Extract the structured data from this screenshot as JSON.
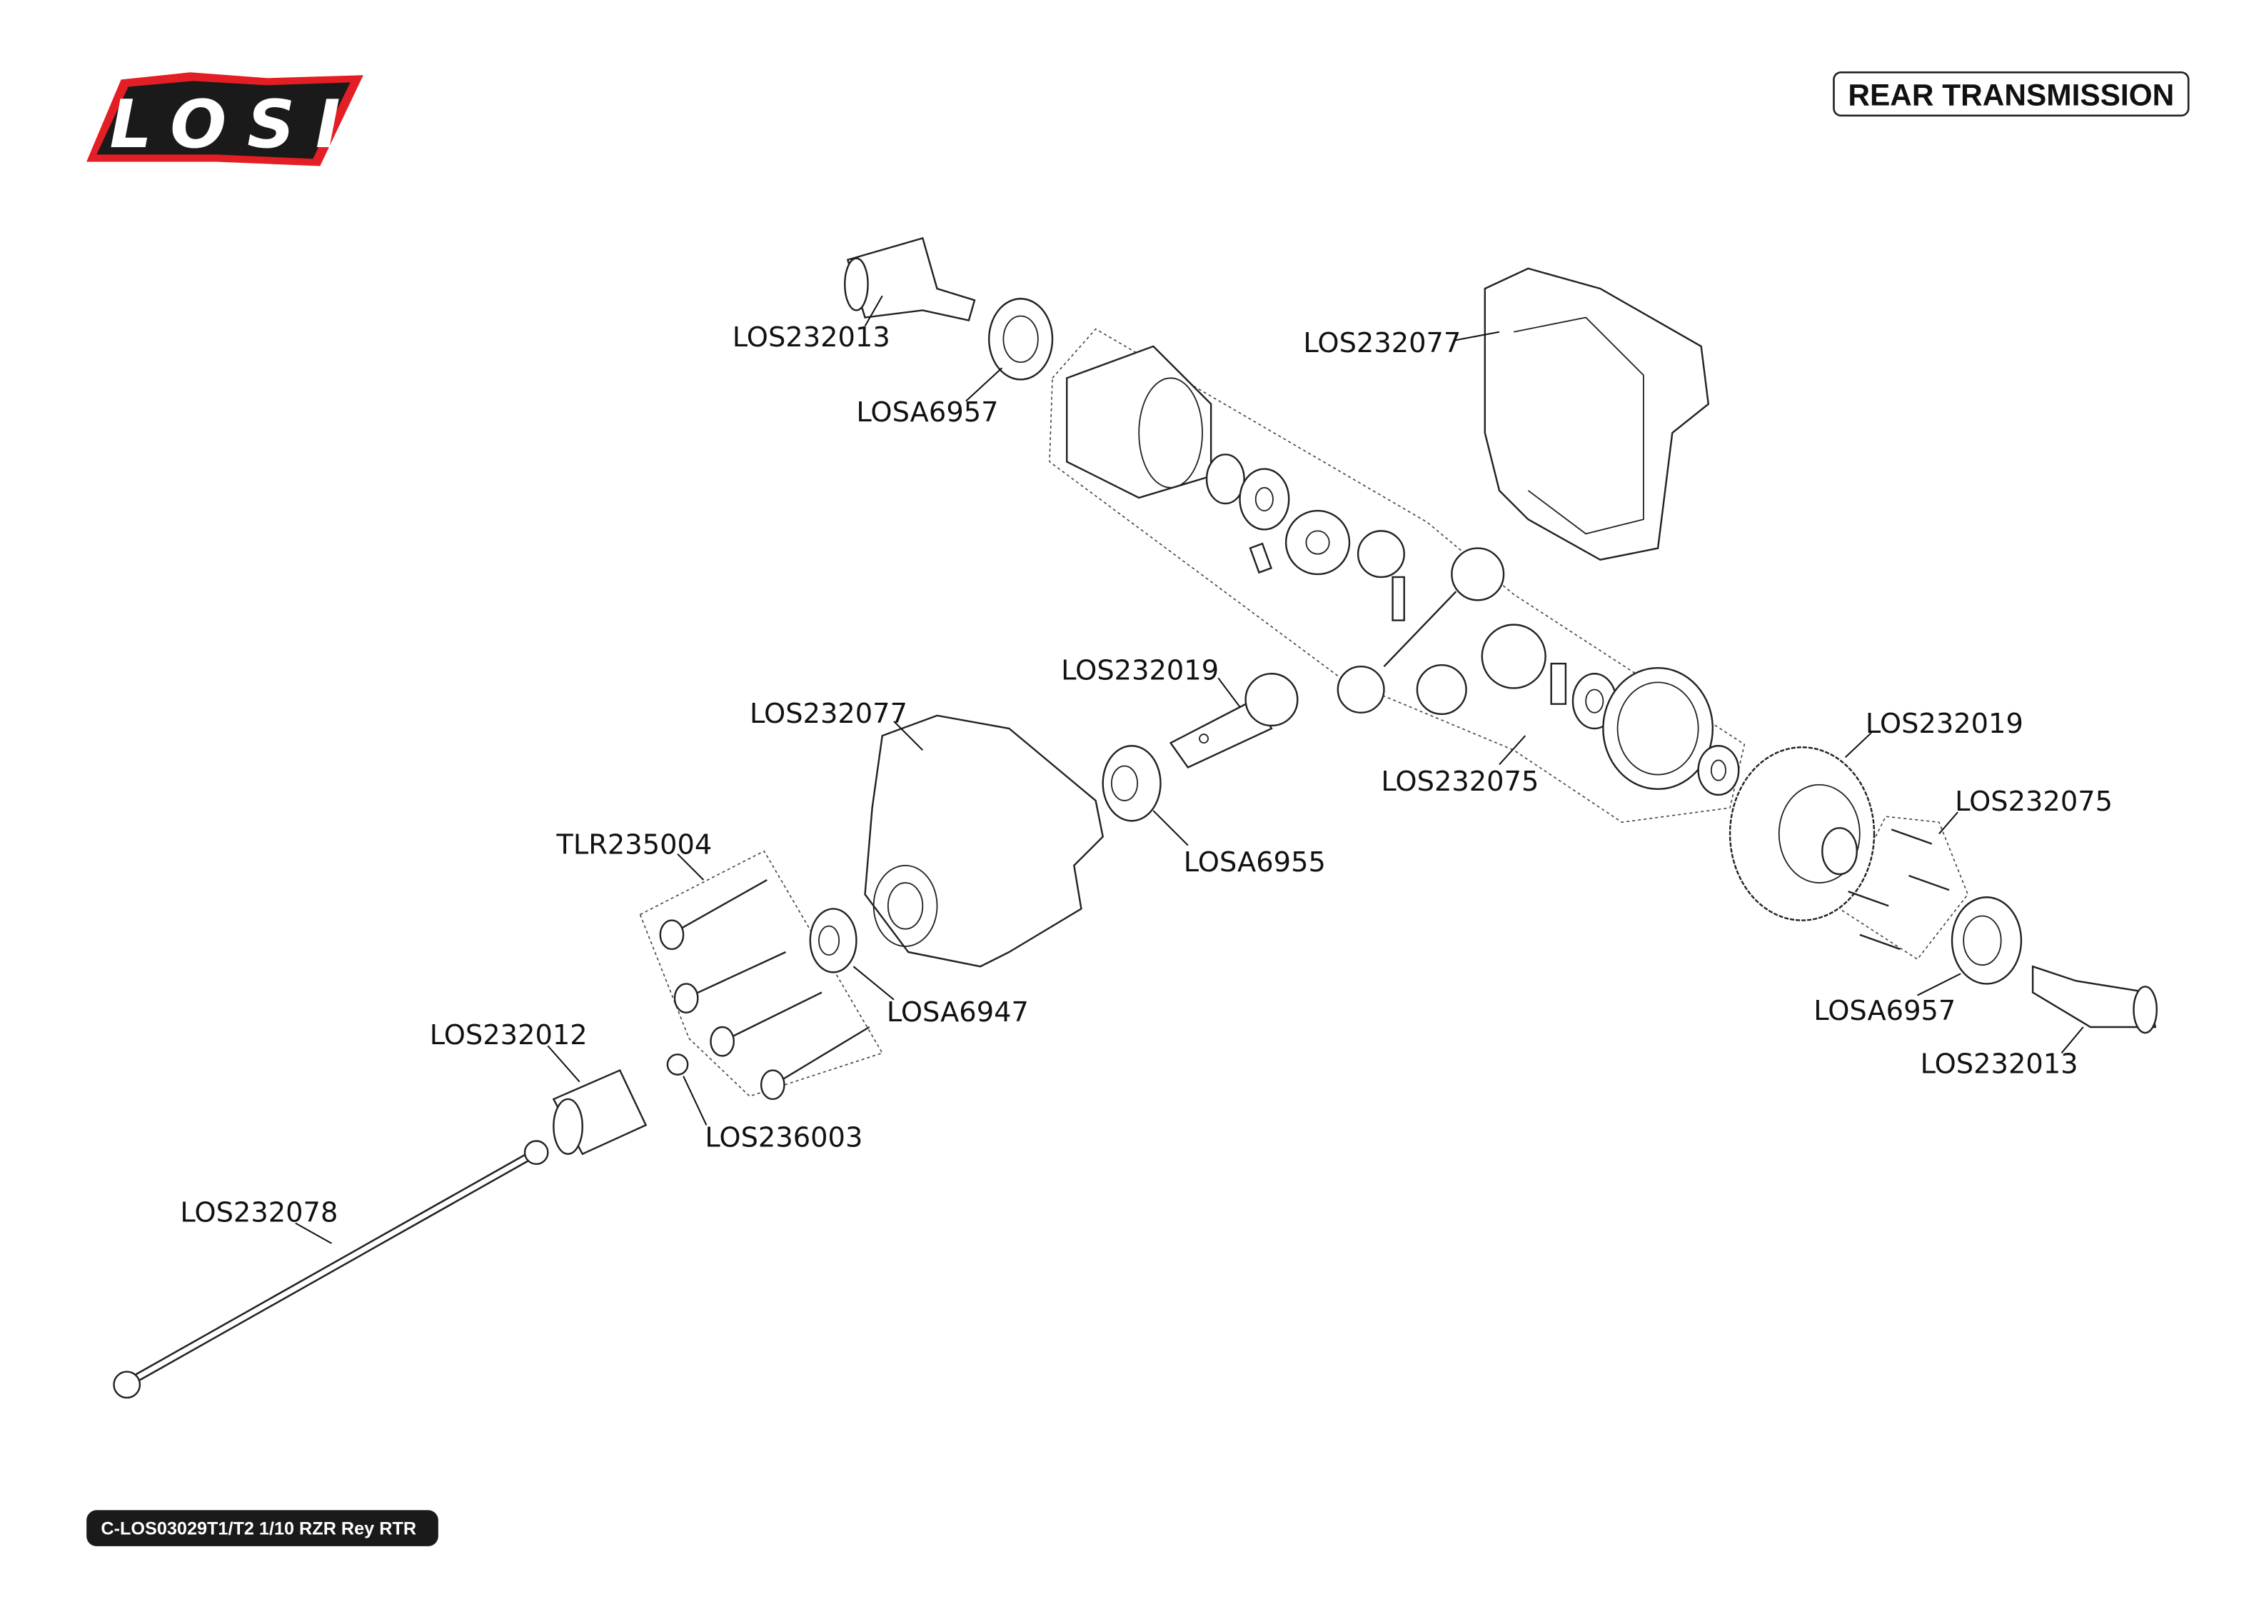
{
  "header": {
    "brand": "LOSI",
    "title": "REAR TRANSMISSION",
    "brand_colors": {
      "outline": "#e31e24",
      "fill": "#1a1a1a"
    }
  },
  "footer": {
    "text": "C-LOS03029T1/T2 1/10 RZR Rey RTR"
  },
  "labels": {
    "outdrive_top": "LOS232013",
    "bearing_top": "LOSA6957",
    "case_top": "LOS232077",
    "pinion": "LOS232019",
    "case_bottom": "LOS232077",
    "diff_parts": "LOS232075",
    "ring_gear": "LOS232019",
    "ring_screws": "LOS232075",
    "case_screws": "TLR235004",
    "pinion_bearing": "LOSA6955",
    "coupler": "LOS232012",
    "small_bearing": "LOSA6947",
    "bearing_right": "LOSA6957",
    "outdrive_right": "LOS232013",
    "set_screw": "LOS236003",
    "driveshaft": "LOS232078"
  }
}
